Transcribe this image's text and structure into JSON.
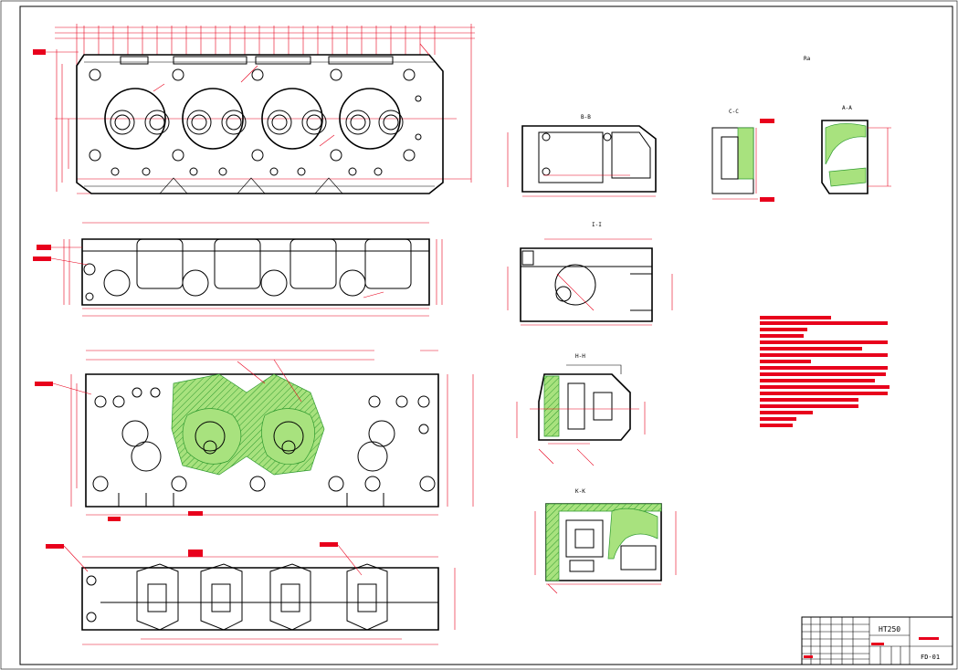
{
  "drawing": {
    "material": "HT250",
    "drawing_number": "FD-01",
    "section_labels": {
      "view_top_right": "B-B",
      "view_c": "C-C",
      "view_a": "A-A",
      "view_e": "I-I",
      "view_h": "H-H",
      "view_k": "K-K"
    },
    "roughness_note": "Ra"
  },
  "colors": {
    "outline": "#000000",
    "dimension": "#e8001c",
    "section_fill": "#a8e27e",
    "section_stroke": "#2f9a2f"
  }
}
